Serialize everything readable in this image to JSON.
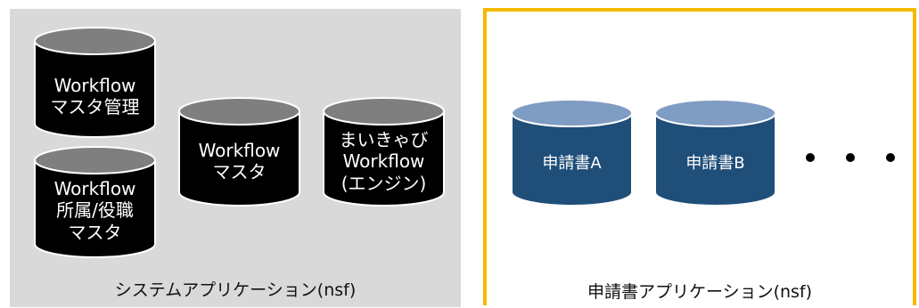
{
  "system_panel": {
    "caption": "システムアプリケーション(nsf)",
    "databases": [
      {
        "id": "wf-master-admin",
        "lines": [
          "Workflow",
          "マスタ管理"
        ]
      },
      {
        "id": "wf-affiliation",
        "lines": [
          "Workflow",
          "所属/役職",
          "マスタ"
        ]
      },
      {
        "id": "wf-master",
        "lines": [
          "Workflow",
          "マスタ"
        ]
      },
      {
        "id": "wf-engine",
        "lines": [
          "まいきゃび",
          "Workflow",
          "(エンジン)"
        ]
      }
    ]
  },
  "application_panel": {
    "caption": "申請書アプリケーション(nsf)",
    "databases": [
      {
        "id": "form-a",
        "lines": [
          "申請書A"
        ]
      },
      {
        "id": "form-b",
        "lines": [
          "申請書B"
        ]
      }
    ],
    "ellipsis": "• • •"
  },
  "colors": {
    "system_cylinder_body": "#000000",
    "system_cylinder_top": "#7f7f7f",
    "app_cylinder_body": "#1f4e79",
    "app_cylinder_top": "#7f9cc2",
    "highlight_border": "#f5b800",
    "system_background": "#d9d9d9"
  }
}
